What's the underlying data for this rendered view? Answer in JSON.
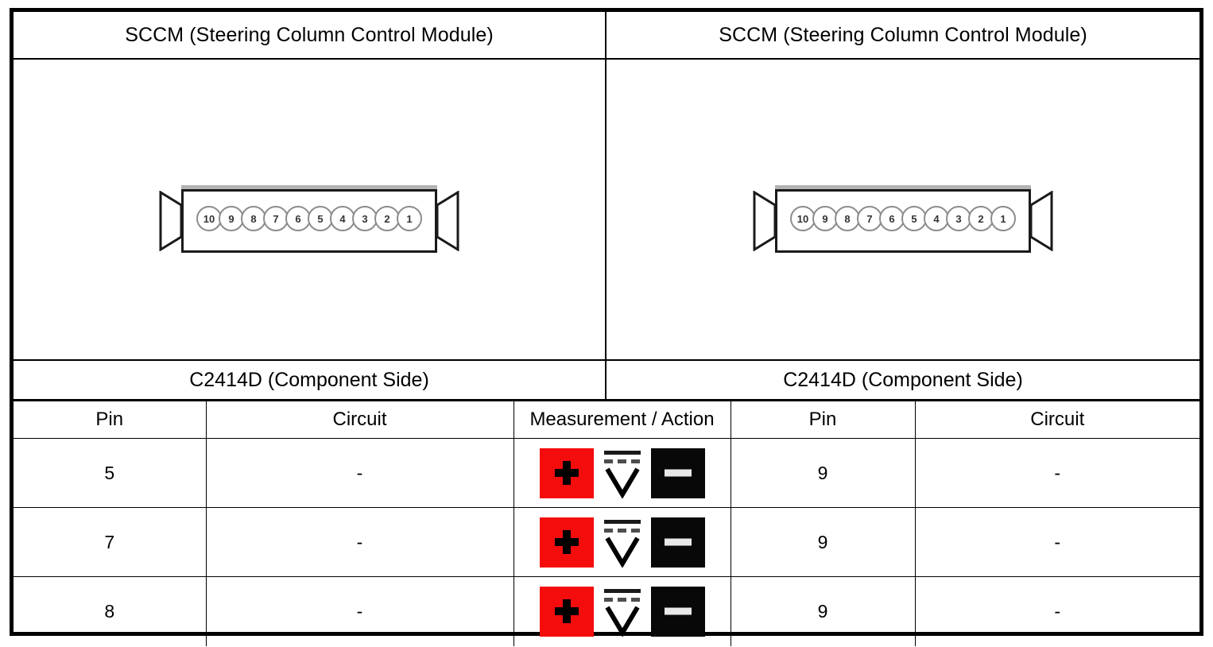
{
  "panels": {
    "left": {
      "module_title": "SCCM (Steering Column Control Module)",
      "connector_name": "C2414D (Component Side)",
      "connector": {
        "pins": [
          "10",
          "9",
          "8",
          "7",
          "6",
          "5",
          "4",
          "3",
          "2",
          "1"
        ],
        "pin_count": 10
      }
    },
    "right": {
      "module_title": "SCCM (Steering Column Control Module)",
      "connector_name": "C2414D (Component Side)",
      "connector": {
        "pins": [
          "10",
          "9",
          "8",
          "7",
          "6",
          "5",
          "4",
          "3",
          "2",
          "1"
        ],
        "pin_count": 10
      }
    }
  },
  "table": {
    "headers": {
      "pin_left": "Pin",
      "circuit_left": "Circuit",
      "measurement": "Measurement / Action",
      "pin_right": "Pin",
      "circuit_right": "Circuit"
    },
    "rows": [
      {
        "pin_left": "5",
        "circuit_left": "-",
        "measurement": {
          "positive_icon": "plus-probe-icon",
          "meter_icon": "dc-voltmeter-icon",
          "negative_icon": "minus-probe-icon"
        },
        "pin_right": "9",
        "circuit_right": "-"
      },
      {
        "pin_left": "7",
        "circuit_left": "-",
        "measurement": {
          "positive_icon": "plus-probe-icon",
          "meter_icon": "dc-voltmeter-icon",
          "negative_icon": "minus-probe-icon"
        },
        "pin_right": "9",
        "circuit_right": "-"
      },
      {
        "pin_left": "8",
        "circuit_left": "-",
        "measurement": {
          "positive_icon": "plus-probe-icon",
          "meter_icon": "dc-voltmeter-icon",
          "negative_icon": "minus-probe-icon"
        },
        "pin_right": "9",
        "circuit_right": "-"
      }
    ]
  },
  "colors": {
    "positive_probe": "#f50c0c",
    "negative_probe": "#080808",
    "border": "#000000",
    "pin_circle_outline": "#8c8c8c"
  }
}
